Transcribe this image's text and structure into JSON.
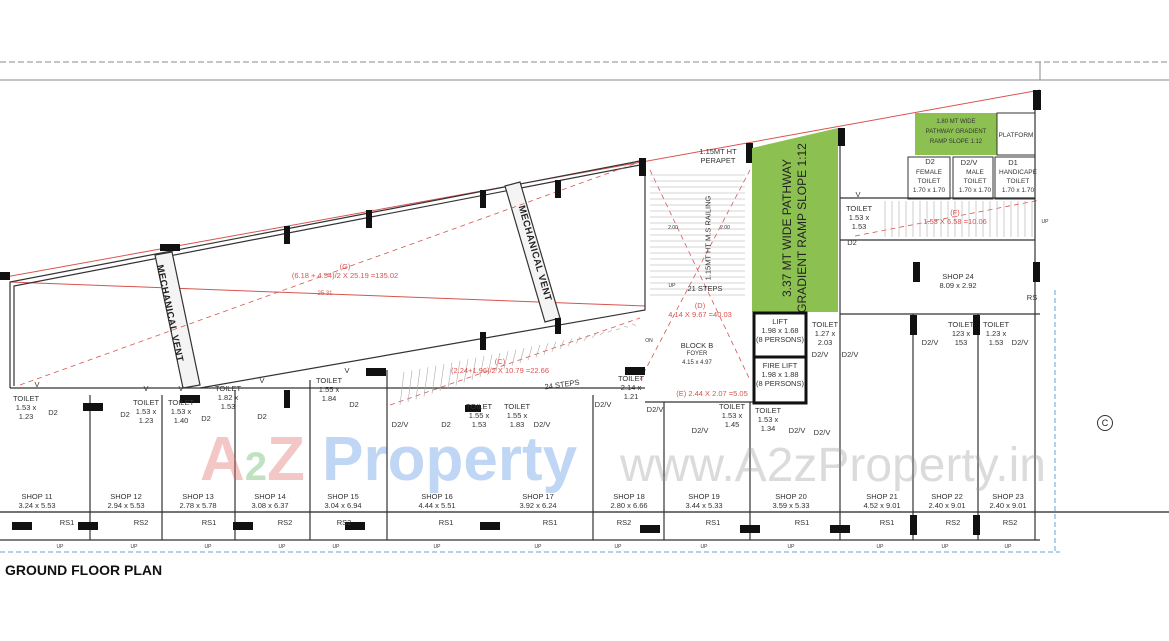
{
  "title": "GROUND FLOOR PLAN",
  "grid_marker": "C",
  "watermark": {
    "logo_a": "A",
    "logo_2": "2",
    "logo_z": "Z",
    "logo_word": "Property",
    "url": "www.A2zProperty.in"
  },
  "shops": [
    {
      "name": "SHOP 11",
      "size": "3.24 x 5.53",
      "rs": "RS1"
    },
    {
      "name": "SHOP 12",
      "size": "2.94 x 5.53",
      "rs": "RS2"
    },
    {
      "name": "SHOP 13",
      "size": "2.78 x 5.78",
      "rs": "RS1"
    },
    {
      "name": "SHOP 14",
      "size": "3.08 x 6.37",
      "rs": "RS2"
    },
    {
      "name": "SHOP 15",
      "size": "3.04 x 6.94",
      "rs": "RS2"
    },
    {
      "name": "SHOP 16",
      "size": "4.44 x 5.51",
      "rs": "RS1"
    },
    {
      "name": "SHOP 17",
      "size": "3.92 x 6.24",
      "rs": "RS1"
    },
    {
      "name": "SHOP 18",
      "size": "2.80 x 6.66",
      "rs": "RS2"
    },
    {
      "name": "SHOP 19",
      "size": "3.44 x 5.33",
      "rs": "RS1"
    },
    {
      "name": "SHOP 20",
      "size": "3.59 x 5.33",
      "rs": "RS1"
    },
    {
      "name": "SHOP 21",
      "size": "4.52 x 9.01",
      "rs": "RS1"
    },
    {
      "name": "SHOP 22",
      "size": "2.40 x 9.01",
      "rs": "RS2"
    },
    {
      "name": "SHOP 23",
      "size": "2.40 x 9.01",
      "rs": "RS2"
    },
    {
      "name": "SHOP 24",
      "size": "8.09 x 2.92",
      "rs": "RS"
    }
  ],
  "toilets": [
    {
      "label": "TOILET",
      "w": "1.53 x",
      "h": "1.23"
    },
    {
      "label": "TOILET",
      "w": "1.53 x",
      "h": "1.23"
    },
    {
      "label": "TOILET",
      "w": "1.53 x",
      "h": "1.40"
    },
    {
      "label": "TOILET",
      "w": "1.82 x",
      "h": "1.53"
    },
    {
      "label": "TOILET",
      "w": "1.55 x",
      "h": "1.84"
    },
    {
      "label": "TOILET",
      "w": "1.55 x",
      "h": "1.53"
    },
    {
      "label": "TOILET",
      "w": "1.55 x",
      "h": "1.83"
    },
    {
      "label": "TOILET",
      "w": "2.14 x",
      "h": "1.21"
    },
    {
      "label": "TOILET",
      "w": "1.53 x",
      "h": "1.45"
    },
    {
      "label": "TOILET",
      "w": "1.53 x",
      "h": "1.34"
    },
    {
      "label": "TOILET",
      "w": "1.27 x",
      "h": "2.03"
    },
    {
      "label": "TOILET",
      "w": "123 x",
      "h": "153"
    },
    {
      "label": "TOILET",
      "w": "1.23 x",
      "h": "1.53"
    },
    {
      "label": "TOILET",
      "w": "1.53 x",
      "h": "1.53"
    }
  ],
  "doors": [
    "D2",
    "D2",
    "D2",
    "D2",
    "D2",
    "D2",
    "D2/V",
    "D2/V",
    "D2/V",
    "D2/V",
    "D2/V",
    "D2/V",
    "D2/V",
    "D2/V",
    "D2/V",
    "D2/V",
    "D2/V",
    "D2",
    "D2",
    "D2/V",
    "D1"
  ],
  "up_label": "UP",
  "v_label": "V",
  "core": {
    "block": "BLOCK B",
    "foyer": "FOYER",
    "foyer_size": "4.15 x 4.97",
    "lift": "LIFT",
    "lift_size": "1.98 x 1.68",
    "lift_cap": "(8 PERSONS)",
    "fire_lift": "FIRE LIFT",
    "fire_lift_size": "1.98 x 1.88",
    "fire_lift_cap": "(8 PERSONS)",
    "steps_21": "21 STEPS",
    "steps_24": "24 STEPS",
    "parapet_1": "1.15MT HT",
    "parapet_2": "PERAPET",
    "railing": "1.15MT HT M.S RAILING",
    "on": "ON"
  },
  "ramp": {
    "line1": "3.37 MT WIDE PATHWAY",
    "line2": "GRADIENT RAMP SLOPE 1:12"
  },
  "small_ramp": {
    "line1": "1.80 MT WIDE",
    "line2": "PATHWAY GRADIENT",
    "line3": "RAMP SLOPE 1:12"
  },
  "platform": "PLATFORM",
  "public_toilets": [
    {
      "name": "FEMALE",
      "name2": "TOILET",
      "size": "1.70 x 1.70"
    },
    {
      "name": "MALE",
      "name2": "TOILET",
      "size": "1.70 x 1.70"
    },
    {
      "name": "HANDICAPE",
      "name2": "TOILET",
      "size": "1.70 x 1.70"
    }
  ],
  "mech_vent": "MECHANICAL VENT",
  "areas": {
    "g_tag": "(G)",
    "g": "(6.18 + 4.54)/2 X 25.19 =135.02",
    "g_len": "25.31",
    "d_tag": "(D)",
    "d": "4.14 X 9.67 =40.03",
    "c_tag": "(C)",
    "c": "(2.24+1.96)/2 X 10.79 =22.66",
    "e_tag": "(E)",
    "e": "2.44 X 2.07 =5.05",
    "f_tag": "(F)",
    "f": "1.53 X 6.58 =10.06",
    "dim_200a": "2.00",
    "dim_200b": "2.00"
  },
  "colors": {
    "ramp_green": "#8cc152",
    "annotation_red": "#d9534f",
    "line": "#333333"
  }
}
